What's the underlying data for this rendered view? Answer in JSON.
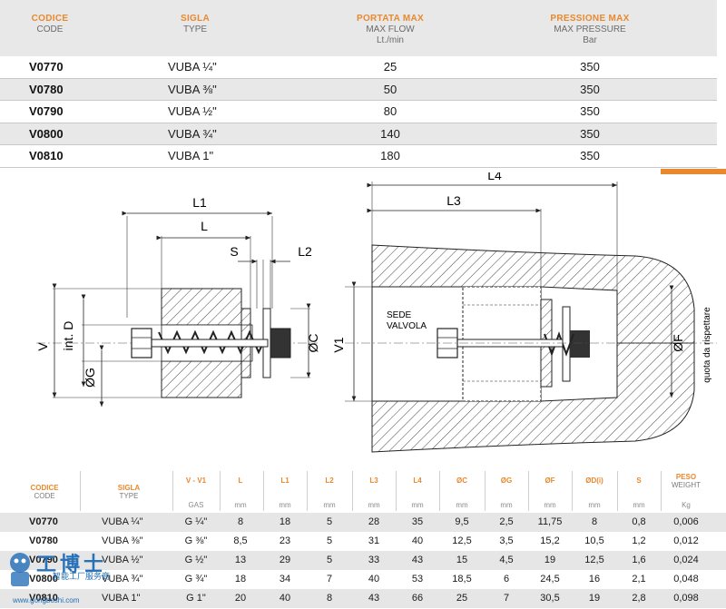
{
  "top_table": {
    "headers": [
      {
        "it": "CODICE",
        "en": [
          "CODE"
        ]
      },
      {
        "it": "SIGLA",
        "en": [
          "TYPE"
        ]
      },
      {
        "it": "PORTATA MAX",
        "en": [
          "MAX FLOW",
          "Lt./min"
        ]
      },
      {
        "it": "PRESSIONE MAX",
        "en": [
          "MAX PRESSURE",
          "Bar"
        ]
      }
    ],
    "rows": [
      {
        "code": "V0770",
        "type": "VUBA ¼\"",
        "flow": "25",
        "pressure": "350"
      },
      {
        "code": "V0780",
        "type": "VUBA ⅜\"",
        "flow": "50",
        "pressure": "350"
      },
      {
        "code": "V0790",
        "type": "VUBA ½\"",
        "flow": "80",
        "pressure": "350"
      },
      {
        "code": "V0800",
        "type": "VUBA ¾\"",
        "flow": "140",
        "pressure": "350"
      },
      {
        "code": "V0810",
        "type": "VUBA 1\"",
        "flow": "180",
        "pressure": "350"
      }
    ]
  },
  "drawing": {
    "left_labels": {
      "L1": "L1",
      "L": "L",
      "S": "S",
      "L2": "L2",
      "V": "V",
      "intD": "int. D",
      "G": "ØG",
      "C": "ØC"
    },
    "right_labels": {
      "L4": "L4",
      "L3": "L3",
      "V1": "V1",
      "F": "ØF",
      "seat1": "SEDE",
      "seat2": "VALVOLA",
      "quota": "quota da rispettare"
    }
  },
  "bottom_table": {
    "headers": [
      {
        "it": "CODICE",
        "en": "CODE",
        "unit": ""
      },
      {
        "it": "SIGLA",
        "en": "TYPE",
        "unit": ""
      },
      {
        "it": "V - V1",
        "en": "",
        "unit": "GAS"
      },
      {
        "it": "L",
        "en": "",
        "unit": "mm"
      },
      {
        "it": "L1",
        "en": "",
        "unit": "mm"
      },
      {
        "it": "L2",
        "en": "",
        "unit": "mm"
      },
      {
        "it": "L3",
        "en": "",
        "unit": "mm"
      },
      {
        "it": "L4",
        "en": "",
        "unit": "mm"
      },
      {
        "it": "ØC",
        "en": "",
        "unit": "mm"
      },
      {
        "it": "ØG",
        "en": "",
        "unit": "mm"
      },
      {
        "it": "ØF",
        "en": "",
        "unit": "mm"
      },
      {
        "it": "ØD(i)",
        "en": "",
        "unit": "mm"
      },
      {
        "it": "S",
        "en": "",
        "unit": "mm"
      },
      {
        "it": "PESO",
        "en": "WEIGHT",
        "unit": "Kg"
      }
    ],
    "rows": [
      [
        "V0770",
        "VUBA ¼\"",
        "G ¼\"",
        "8",
        "18",
        "5",
        "28",
        "35",
        "9,5",
        "2,5",
        "11,75",
        "8",
        "0,8",
        "0,006"
      ],
      [
        "V0780",
        "VUBA ⅜\"",
        "G ⅜\"",
        "8,5",
        "23",
        "5",
        "31",
        "40",
        "12,5",
        "3,5",
        "15,2",
        "10,5",
        "1,2",
        "0,012"
      ],
      [
        "V0790",
        "VUBA ½\"",
        "G ½\"",
        "13",
        "29",
        "5",
        "33",
        "43",
        "15",
        "4,5",
        "19",
        "12,5",
        "1,6",
        "0,024"
      ],
      [
        "V0800",
        "VUBA ¾\"",
        "G ¾\"",
        "18",
        "34",
        "7",
        "40",
        "53",
        "18,5",
        "6",
        "24,5",
        "16",
        "2,1",
        "0,048"
      ],
      [
        "V0810",
        "VUBA 1\"",
        "G 1\"",
        "20",
        "40",
        "8",
        "43",
        "66",
        "25",
        "7",
        "30,5",
        "19",
        "2,8",
        "0,098"
      ]
    ]
  },
  "watermark": {
    "big": "工博士",
    "text": "智能工厂服务商",
    "url": "www.gongboshi.com"
  }
}
